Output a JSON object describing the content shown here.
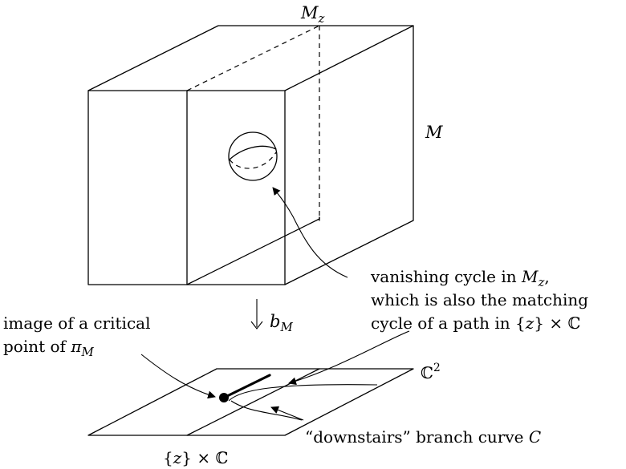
{
  "labels": {
    "fiber_label": "M_z",
    "total_space_label": "M",
    "map_label": "b_M",
    "plane_label": "ℂ²",
    "line_label": "{z} × ℂ",
    "vanishing_cycle_note": [
      "vanishing cycle in M_z,",
      "which is also the matching",
      "cycle of a path in {z} × ℂ"
    ],
    "critical_point_note": [
      "image of a critical",
      "point of π_M"
    ],
    "branch_curve_note": "“downstairs” branch curve C"
  }
}
